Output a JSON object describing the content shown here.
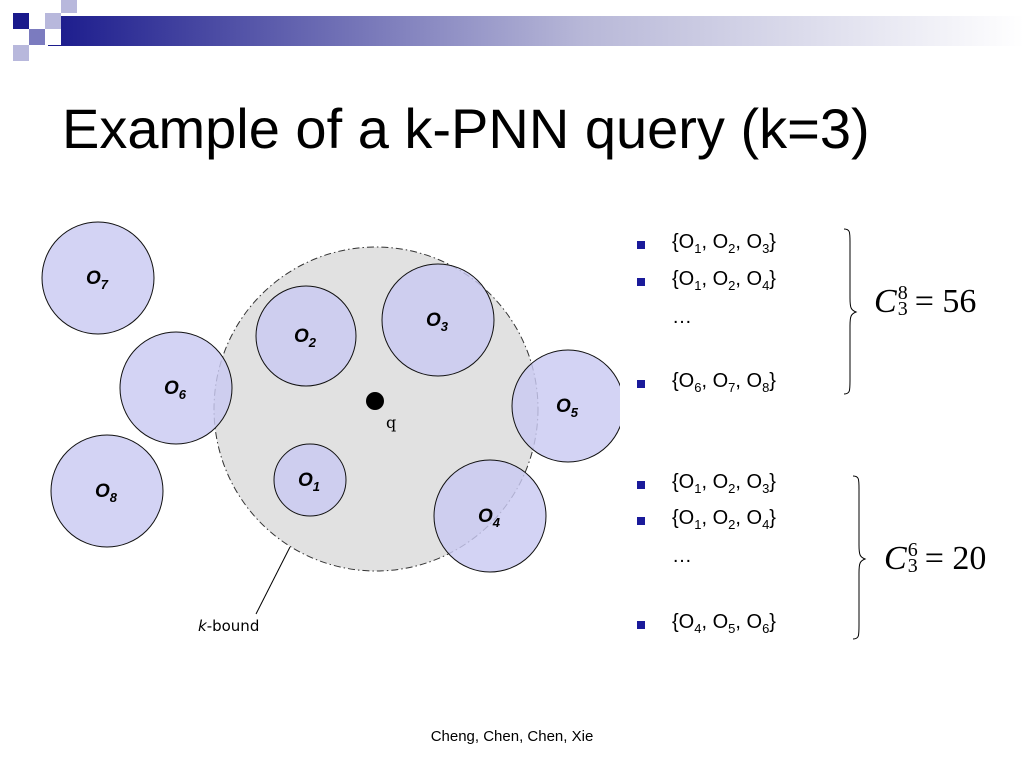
{
  "slide": {
    "title": "Example of a k-PNN query (k=3)",
    "footer": "Cheng, Chen, Chen, Xie"
  },
  "diagram": {
    "query_label": "q",
    "bound_label_italic": "k",
    "bound_label_rest": "-bound",
    "objects": [
      {
        "id": "O",
        "sub": "1"
      },
      {
        "id": "O",
        "sub": "2"
      },
      {
        "id": "O",
        "sub": "3"
      },
      {
        "id": "O",
        "sub": "4"
      },
      {
        "id": "O",
        "sub": "5"
      },
      {
        "id": "O",
        "sub": "6"
      },
      {
        "id": "O",
        "sub": "7"
      },
      {
        "id": "O",
        "sub": "8"
      }
    ]
  },
  "sets_group1": {
    "items": [
      {
        "a": "{O",
        "a_sub": "1",
        "b": ", O",
        "b_sub": "2",
        "c": ", O",
        "c_sub": "3",
        "end": "}"
      },
      {
        "a": "{O",
        "a_sub": "1",
        "b": ", O",
        "b_sub": "2",
        "c": ", O",
        "c_sub": "4",
        "end": "}"
      },
      {
        "a": "{O",
        "a_sub": "6",
        "b": ",  O",
        "b_sub": "7",
        "c": ", O",
        "c_sub": "8",
        "end": "}"
      }
    ],
    "ellipsis": "…",
    "formula": {
      "sym": "C",
      "sup": "8",
      "sub": "3",
      "rest": "= 56"
    }
  },
  "sets_group2": {
    "items": [
      {
        "a": "{O",
        "a_sub": "1",
        "b": ", O",
        "b_sub": "2",
        "c": ", O",
        "c_sub": "3",
        "end": "}"
      },
      {
        "a": "{O",
        "a_sub": "1",
        "b": ", O",
        "b_sub": "2",
        "c": ", O",
        "c_sub": "4",
        "end": "}"
      },
      {
        "a": "{O",
        "a_sub": "4",
        "b": ",  O",
        "b_sub": "5",
        "c": ", O",
        "c_sub": "6",
        "end": "}"
      }
    ],
    "ellipsis": "…",
    "formula": {
      "sym": "C",
      "sup": "6",
      "sub": "3",
      "rest": "= 20"
    }
  },
  "colors": {
    "object_fill": "#c9c9f2",
    "object_stroke": "#111111",
    "bound_fill": "#e1e1e1",
    "bullet": "#1a1a9a",
    "header_dark": "#1a1a8c"
  }
}
